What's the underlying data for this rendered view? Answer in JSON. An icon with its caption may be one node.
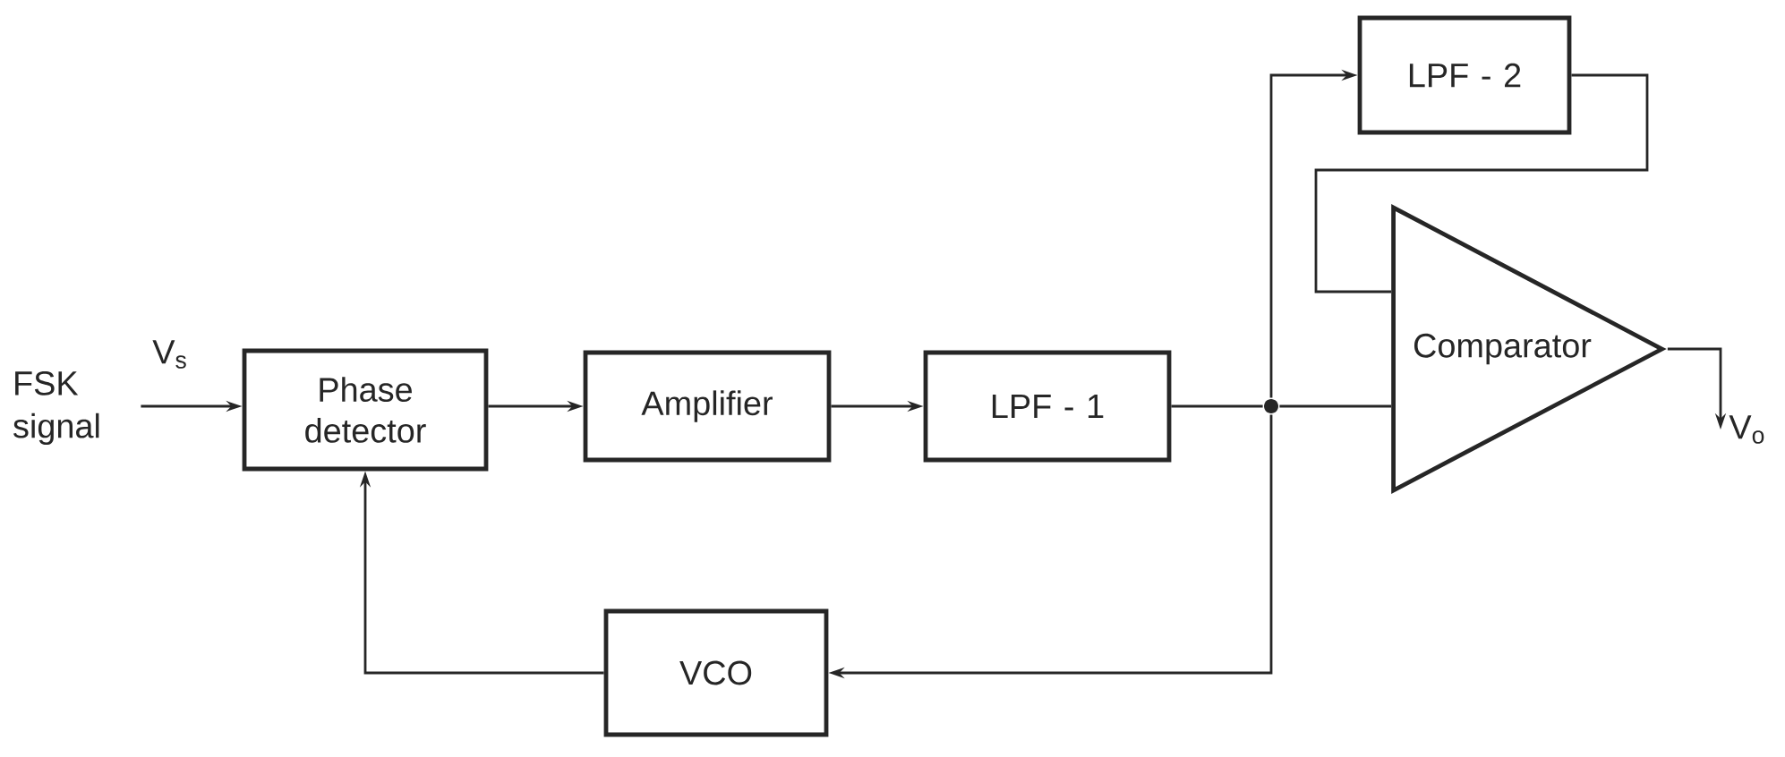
{
  "diagram": {
    "nodes": [
      {
        "text": [
          "FSK signal"
        ]
      },
      {
        "text": [
          "Phase detector"
        ]
      },
      {
        "text": [
          "Amplifier"
        ]
      },
      {
        "text": [
          "LPF - 1"
        ]
      },
      {
        "text": [],
        "shape": "circle"
      },
      {
        "text": [
          "LPF - 2"
        ]
      },
      {
        "text": [
          "Comparator"
        ]
      },
      {
        "text": [
          "VCO"
        ]
      },
      {
        "text": [
          "V$_{o}$"
        ]
      }
    ],
    "edges": [
      {
        "from": 0,
        "to": 1,
        "arrow": "to",
        "label": "V$_{s}$"
      },
      {
        "from": 1,
        "to": 2,
        "arrow": "to"
      },
      {
        "from": 2,
        "to": 3,
        "arrow": "to"
      },
      {
        "from": 3,
        "to": 4,
        "arrow": "none"
      },
      {
        "from": 4,
        "to": 6,
        "arrow": "none"
      },
      {
        "from": 4,
        "to": 5,
        "arrow": "to"
      },
      {
        "from": 5,
        "to": 6,
        "arrow": "none"
      },
      {
        "from": 4,
        "to": 7,
        "arrow": "to"
      },
      {
        "from": 7,
        "to": 1,
        "arrow": "to"
      },
      {
        "from": 6,
        "to": 8,
        "arrow": "to"
      }
    ]
  }
}
